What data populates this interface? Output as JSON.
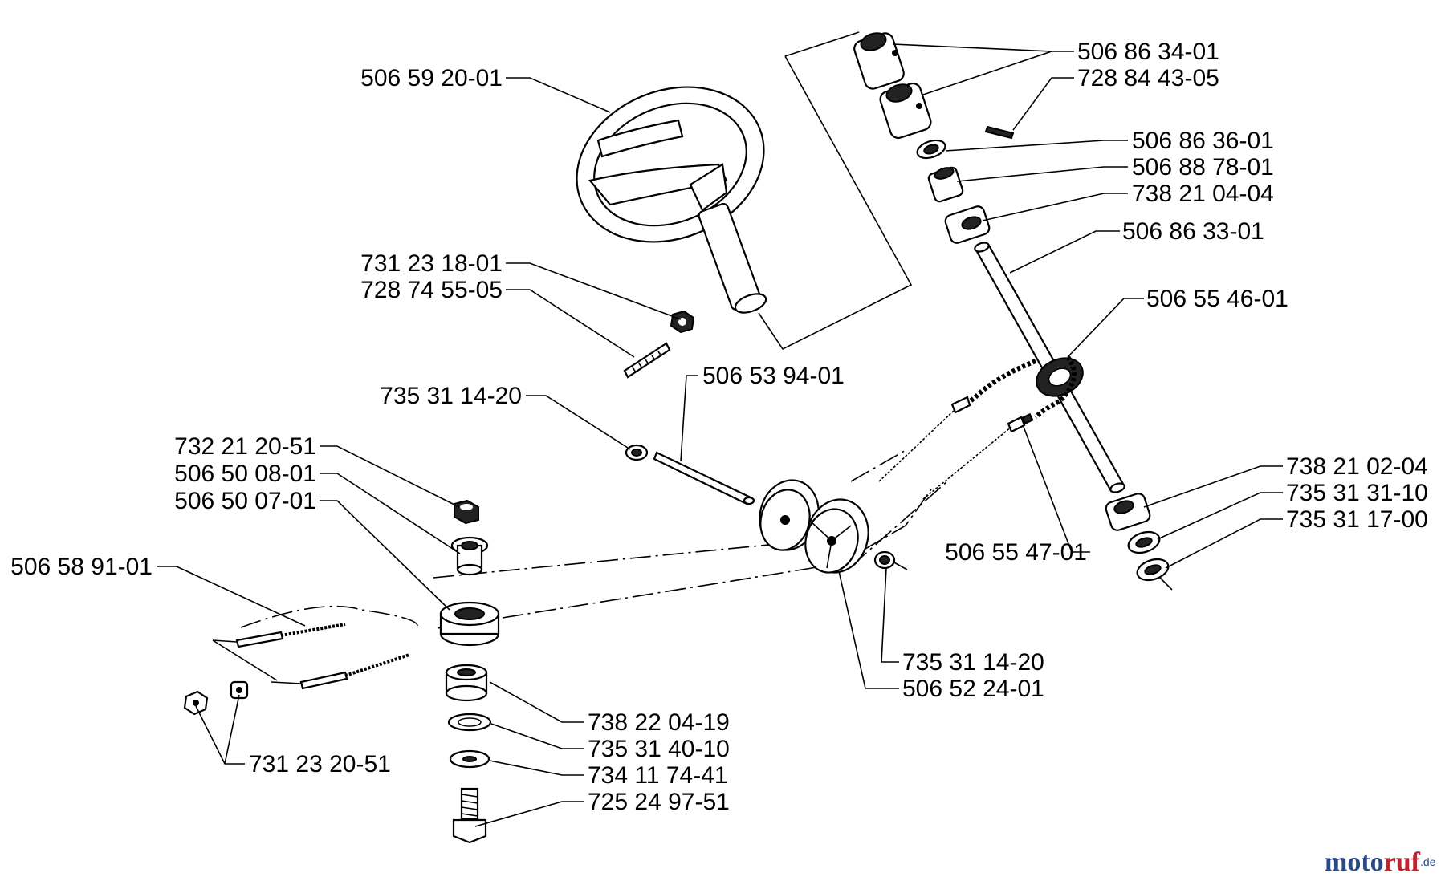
{
  "labels": {
    "steering_wheel": "506 59 20-01",
    "nut_upper": "731 23 18-01",
    "screw_upper": "728 74 55-05",
    "circlip_rod": "735 31 14-20",
    "rod": "506 53 94-01",
    "nut_pulley": "732 21 20-51",
    "bushing": "506 50 08-01",
    "pulley_lower": "506 50 07-01",
    "cable": "506 58 91-01",
    "nuts_cable": "731 23 20-51",
    "bearing_lower": "738 22 04-19",
    "circlip_lower": "735 31 40-10",
    "washer_lower": "734 11 74-41",
    "bolt_lower": "725 24 97-51",
    "column_bushing": "506 86 34-01",
    "set_screw": "728 84 43-05",
    "washer_col": "506 86 36-01",
    "sleeve_col": "506 88 78-01",
    "bearing_col": "738 21 04-04",
    "shaft": "506 86 33-01",
    "sprocket": "506 55 46-01",
    "bearing_bottom": "738 21 02-04",
    "circlip_bottom_a": "735 31 31-10",
    "circlip_bottom_b": "735 31 17-00",
    "chain": "506 55 47-01",
    "circlip_pulleys": "735 31 14-20",
    "pulleys": "506 52 24-01"
  },
  "watermark": {
    "brand_a": "moto",
    "brand_b": "ruf",
    "tld": ".de"
  }
}
